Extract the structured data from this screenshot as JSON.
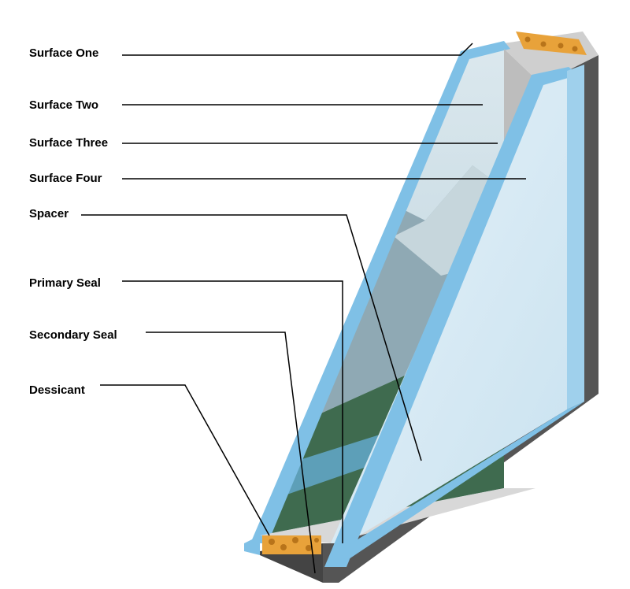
{
  "labels": {
    "surface_one": "Surface One",
    "surface_two": "Surface Two",
    "surface_three": "Surface Three",
    "surface_four": "Surface Four",
    "spacer": "Spacer",
    "primary_seal": "Primary Seal",
    "secondary_seal": "Secondary Seal",
    "dessicant": "Dessicant"
  },
  "colors": {
    "glass_edge": "#7fc0e6",
    "glass_face": "#bcdcef",
    "spacer_gray": "#cfcfcf",
    "dark_seal": "#4a4a4a",
    "dessicant": "#e8a23a",
    "mountain": "#8fa9b4",
    "forest": "#3f6b4f",
    "lake": "#5d9fb8"
  }
}
